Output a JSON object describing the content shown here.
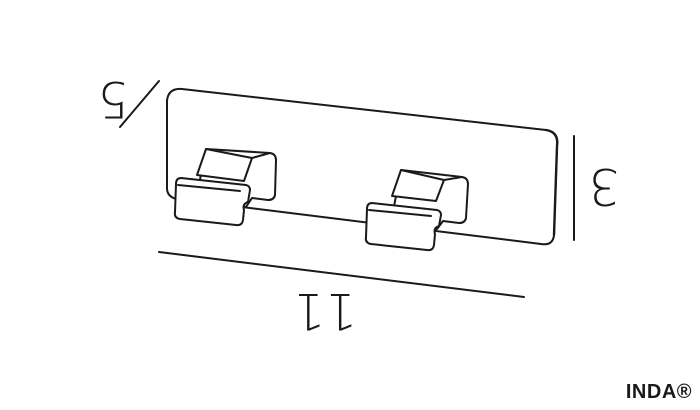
{
  "dimensions": {
    "length": "11",
    "depth": "5",
    "height": "3"
  },
  "brand": "INDA®"
}
